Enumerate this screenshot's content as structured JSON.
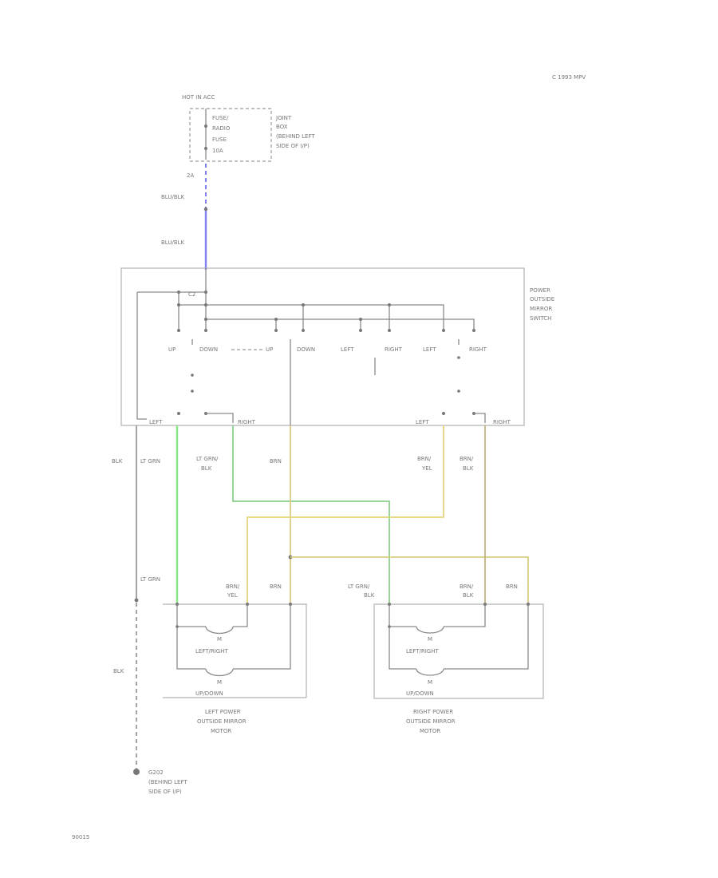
{
  "page_ref": "C 1993 MPV",
  "figure_id": "90015",
  "fuse_block": {
    "title": "HOT IN ACC",
    "lines": [
      "FUSE/",
      "RADIO",
      "FUSE",
      "10A"
    ],
    "location": [
      "JOINT",
      "BOX",
      "(BEHIND LEFT",
      "SIDE OF I/P)"
    ],
    "connector": "2A"
  },
  "switch": {
    "label": [
      "POWER",
      "OUTSIDE",
      "MIRROR",
      "SWITCH"
    ],
    "pin_c2": "C2",
    "positions": [
      "UP",
      "DOWN",
      "UP",
      "DOWN",
      "LEFT",
      "RIGHT",
      "LEFT",
      "RIGHT"
    ],
    "bottom_terminals": [
      "LEFT",
      "RIGHT",
      "LEFT",
      "RIGHT"
    ]
  },
  "wires": {
    "blu_blk_1": "BLU/BLK",
    "blu_blk_2": "BLU/BLK",
    "blk_left": "BLK",
    "lt_grn": "LT GRN",
    "lt_grn_blk_top": [
      "LT GRN/",
      "BLK"
    ],
    "brn_mid": "BRN",
    "brn_yel_top": [
      "BRN/",
      "YEL"
    ],
    "brn_blk_top": [
      "BRN/",
      "BLK"
    ],
    "lt_grn_lower": "LT GRN",
    "brn_yel_low": [
      "BRN/",
      "YEL"
    ],
    "brn_low_l": "BRN",
    "lt_grn_blk_low": [
      "LT GRN/",
      "BLK"
    ],
    "brn_blk_low": [
      "BRN/",
      "BLK"
    ],
    "brn_low_r": "BRN",
    "blk_lower": "BLK"
  },
  "left_motor": {
    "m_top": "M",
    "mid_label": "LEFT/RIGHT",
    "m_bottom": "M",
    "bottom_label": "UP/DOWN",
    "caption": [
      "LEFT POWER",
      "OUTSIDE MIRROR",
      "MOTOR"
    ]
  },
  "right_motor": {
    "m_top": "M",
    "mid_label": "LEFT/RIGHT",
    "m_bottom": "M",
    "bottom_label": "UP/DOWN",
    "caption": [
      "RIGHT POWER",
      "OUTSIDE MIRROR",
      "MOTOR"
    ]
  },
  "ground": {
    "id": "G202",
    "location": [
      "(BEHIND LEFT",
      "SIDE OF I/P)"
    ]
  },
  "colors": {
    "blu_blk": "#8080ee",
    "lt_grn": "#88e888",
    "lt_grn_blk": "#8ccf8c",
    "brn": "#d8cc82",
    "brn_yel": "#e6d47a",
    "brn_blk": "#c4b27c",
    "blk": "#9a9a9a"
  }
}
